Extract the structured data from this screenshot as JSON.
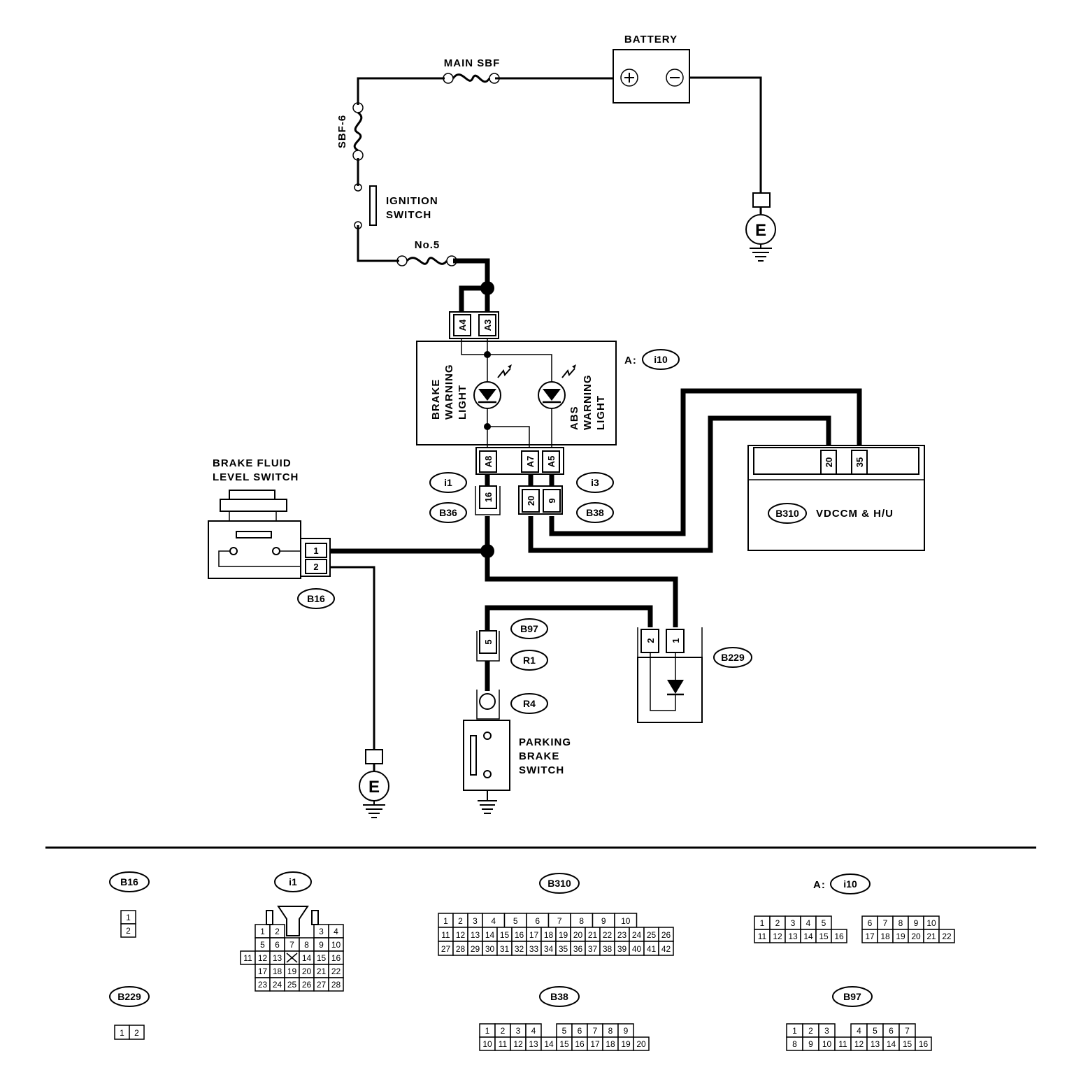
{
  "components": {
    "battery": "BATTERY",
    "main_sbf": "MAIN SBF",
    "sbf6": "SBF-6",
    "ignition_line1": "IGNITION",
    "ignition_line2": "SWITCH",
    "fuse5": "No.5",
    "ground": "E",
    "brake_light_l1": "BRAKE",
    "brake_light_l2": "WARNING",
    "brake_light_l3": "LIGHT",
    "abs_light_l1": "ABS",
    "abs_light_l2": "WARNING",
    "abs_light_l3": "LIGHT",
    "meter_prefix": "A:",
    "fluid_switch_l1": "BRAKE FLUID",
    "fluid_switch_l2": "LEVEL SWITCH",
    "vdccm": "VDCCM & H/U",
    "parking_l1": "PARKING",
    "parking_l2": "BRAKE",
    "parking_l3": "SWITCH"
  },
  "connectors": {
    "i10": "i10",
    "i1": "i1",
    "B36": "B36",
    "i3": "i3",
    "B38": "B38",
    "B310": "B310",
    "B16": "B16",
    "B97": "B97",
    "R1": "R1",
    "R4": "R4",
    "B229": "B229"
  },
  "pins": {
    "a4": "A4",
    "a3": "A3",
    "a8": "A8",
    "a7": "A7",
    "a5": "A5",
    "p16": "16",
    "p20": "20",
    "p9": "9",
    "p35": "35",
    "p1": "1",
    "p2": "2",
    "p5": "5"
  },
  "grids": {
    "B16": [
      [
        "1"
      ],
      [
        "2"
      ]
    ],
    "B229": [
      [
        "1",
        "2"
      ]
    ],
    "i1": [
      [
        "",
        "1",
        "2",
        "",
        "",
        "3",
        "4",
        ""
      ],
      [
        "",
        "5",
        "6",
        "7",
        "8",
        "9",
        "10",
        ""
      ],
      [
        "11",
        "12",
        "13",
        "X",
        "14",
        "15",
        "16",
        ""
      ],
      [
        "",
        "17",
        "18",
        "19",
        "20",
        "21",
        "22",
        ""
      ],
      [
        "",
        "23",
        "24",
        "25",
        "26",
        "27",
        "28",
        ""
      ]
    ],
    "B310": [
      [
        "1",
        "2",
        "3",
        "4",
        "5",
        "6",
        "7",
        "8",
        "9",
        "10"
      ],
      [
        "11",
        "12",
        "13",
        "14",
        "15",
        "16",
        "17",
        "18",
        "19",
        "20",
        "21",
        "22",
        "23",
        "24",
        "25",
        "26"
      ],
      [
        "27",
        "28",
        "29",
        "30",
        "31",
        "32",
        "33",
        "34",
        "35",
        "36",
        "37",
        "38",
        "39",
        "40",
        "41",
        "42"
      ]
    ],
    "i10": [
      [
        "1",
        "2",
        "3",
        "4",
        "5",
        "",
        "",
        "6",
        "7",
        "8",
        "9",
        "10"
      ],
      [
        "11",
        "12",
        "13",
        "14",
        "15",
        "16",
        "",
        "17",
        "18",
        "19",
        "20",
        "21",
        "22"
      ]
    ],
    "B38": [
      [
        "1",
        "2",
        "3",
        "4",
        "",
        "5",
        "6",
        "7",
        "8",
        "9"
      ],
      [
        "10",
        "11",
        "12",
        "13",
        "14",
        "15",
        "16",
        "17",
        "18",
        "19",
        "20"
      ]
    ],
    "B97": [
      [
        "1",
        "2",
        "3",
        "",
        "4",
        "5",
        "6",
        "7"
      ],
      [
        "8",
        "9",
        "10",
        "11",
        "12",
        "13",
        "14",
        "15",
        "16"
      ]
    ]
  }
}
